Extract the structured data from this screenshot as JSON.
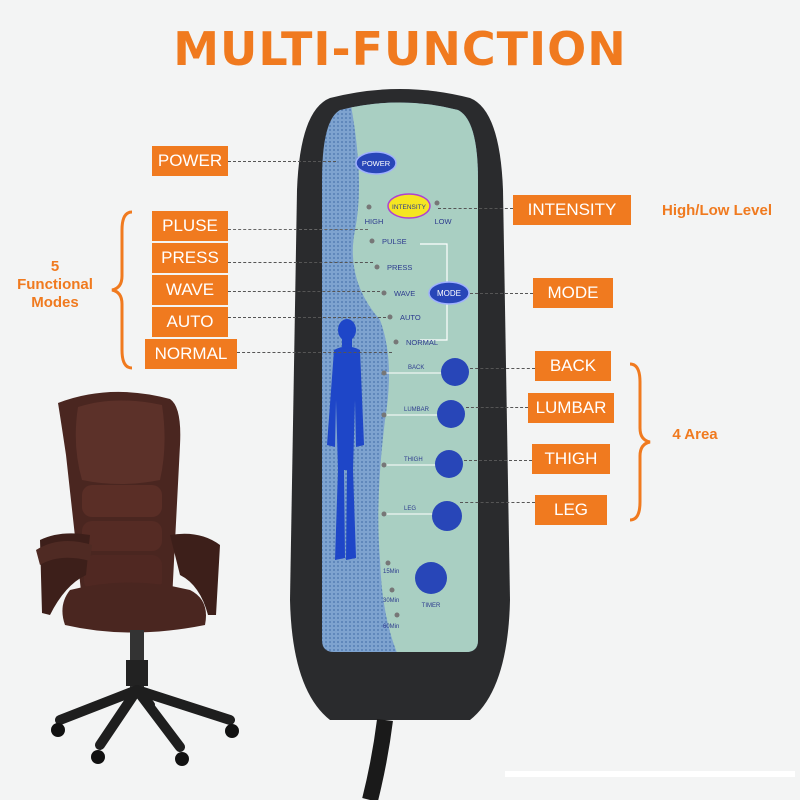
{
  "title": "MULTI-FUNCTION",
  "callouts": {
    "power": "POWER",
    "pluse": "PLUSE",
    "press": "PRESS",
    "wave": "WAVE",
    "auto": "AUTO",
    "normal": "NORMAL",
    "intensity": "INTENSITY",
    "mode": "MODE",
    "back": "BACK",
    "lumbar": "LUMBAR",
    "thigh": "THIGH",
    "leg": "LEG"
  },
  "side_labels": {
    "modes_count": "5",
    "modes_line1": "Functional",
    "modes_line2": "Modes",
    "intensity_note": "High/Low Level",
    "area_note": "4 Area"
  },
  "remote": {
    "power_button": "POWER",
    "intensity_button": "INTENSITY",
    "high": "HIGH",
    "low": "LOW",
    "mode_button": "MODE",
    "modes": [
      "PULSE",
      "PRESS",
      "WAVE",
      "AUTO",
      "NORMAL"
    ],
    "areas": [
      "BACK",
      "LUMBAR",
      "THIGH",
      "LEG"
    ],
    "timer_options": [
      "15Min",
      "30Min",
      "60Min"
    ],
    "timer_button": "TIMER"
  },
  "colors": {
    "accent": "#f07a1f",
    "remote_body": "#2a2b2d",
    "panel_green": "#a9cfc2",
    "panel_blue": "#6f99c9",
    "button_blue": "#2846b8",
    "intensity_yellow": "#f5e521",
    "chair_leather": "#4a2620"
  },
  "icons": [
    "person-silhouette-icon",
    "office-chair-image"
  ]
}
